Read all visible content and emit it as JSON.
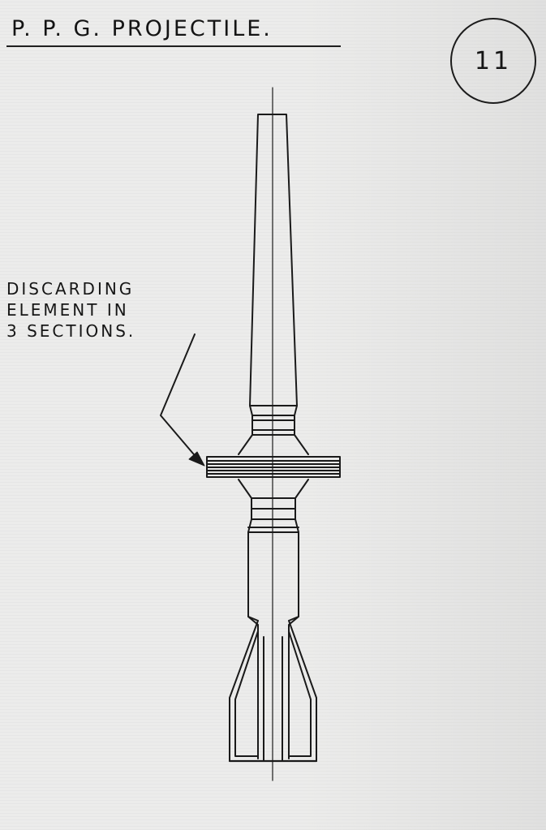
{
  "drawing": {
    "title": "P. P. G. PROJECTILE.",
    "sheet_number": "11",
    "annotation": [
      "DISCARDING",
      "ELEMENT IN",
      "3 SECTIONS."
    ]
  },
  "colors": {
    "paper": "#ececeb",
    "ink": "#1a1a1a"
  }
}
